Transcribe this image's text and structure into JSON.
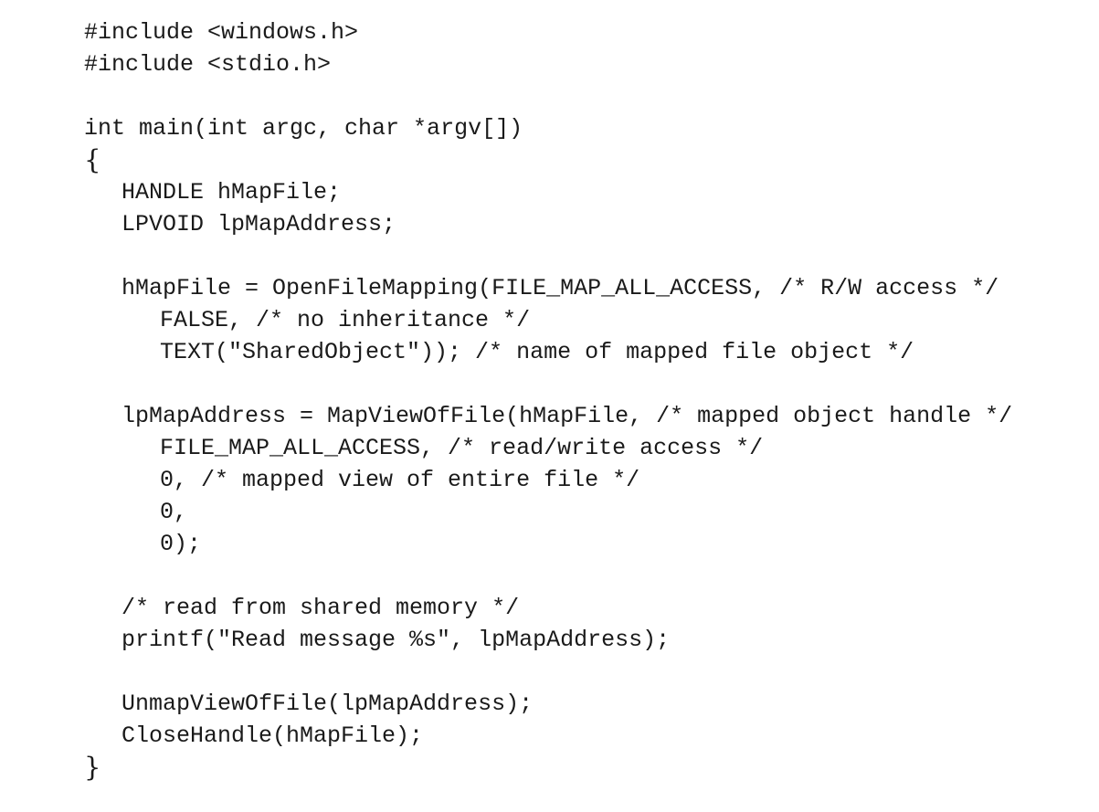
{
  "code": {
    "lines": [
      "#include <windows.h>",
      "#include <stdio.h>",
      "",
      "int main(int argc, char *argv[])",
      "{",
      "HANDLE hMapFile;",
      "LPVOID lpMapAddress;",
      "",
      "hMapFile = OpenFileMapping(FILE_MAP_ALL_ACCESS, /* R/W access */",
      "FALSE, /* no inheritance */",
      "TEXT(\"SharedObject\")); /* name of mapped file object */",
      "",
      "lpMapAddress = MapViewOfFile(hMapFile, /* mapped object handle */",
      "FILE_MAP_ALL_ACCESS, /* read/write access */",
      "0, /* mapped view of entire file */",
      "0,",
      "0);",
      "",
      "/* read from shared memory */",
      "printf(\"Read message %s\", lpMapAddress);",
      "",
      "UnmapViewOfFile(lpMapAddress);",
      "CloseHandle(hMapFile);",
      "}"
    ]
  }
}
